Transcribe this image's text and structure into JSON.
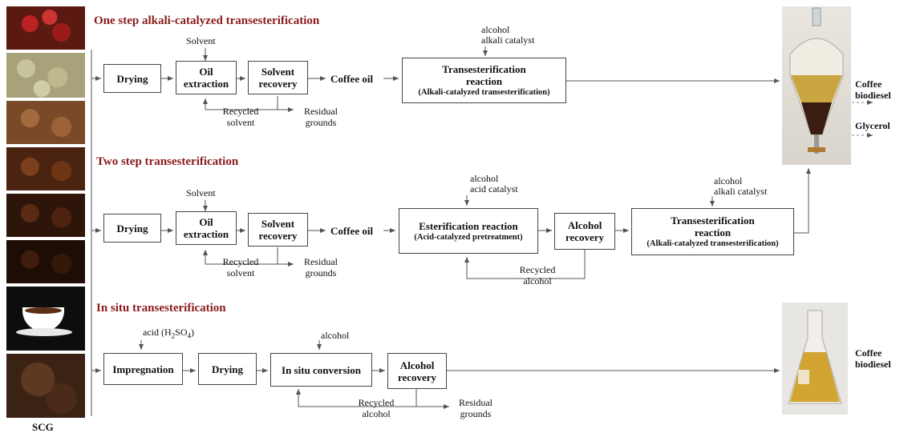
{
  "sections": {
    "one_step_title": "One step alkali-catalyzed transesterification",
    "two_step_title": "Two step transesterification",
    "in_situ_title": "In situ transesterification"
  },
  "row1": {
    "solvent": "Solvent",
    "drying": "Drying",
    "oil_extraction": "Oil extraction",
    "solvent_recovery": "Solvent recovery",
    "coffee_oil": "Coffee oil",
    "reagents_line1": "alcohol",
    "reagents_line2": "alkali catalyst",
    "trans_title": "Transesterification reaction",
    "trans_sub": "(Alkali-catalyzed transesterification)",
    "recycled_solvent": "Recycled solvent",
    "residual_grounds": "Residual grounds"
  },
  "row2": {
    "solvent": "Solvent",
    "drying": "Drying",
    "oil_extraction": "Oil extraction",
    "solvent_recovery": "Solvent recovery",
    "coffee_oil": "Coffee oil",
    "ester_reagents_line1": "alcohol",
    "ester_reagents_line2": "acid catalyst",
    "ester_title": "Esterification reaction",
    "ester_sub": "(Acid-catalyzed pretreatment)",
    "alcohol_recovery": "Alcohol recovery",
    "trans_reagents_line1": "alcohol",
    "trans_reagents_line2": "alkali catalyst",
    "trans_title": "Transesterification reaction",
    "trans_sub": "(Alkali-catalyzed transesterification)",
    "recycled_solvent": "Recycled solvent",
    "residual_grounds": "Residual grounds",
    "recycled_alcohol": "Recycled alcohol"
  },
  "row3": {
    "acid_prefix": "acid (H",
    "acid_sub1": "2",
    "acid_mid": "SO",
    "acid_sub2": "4",
    "acid_suffix": ")",
    "impregnation": "Impregnation",
    "drying": "Drying",
    "alcohol": "alcohol",
    "in_situ_conversion": "In situ conversion",
    "alcohol_recovery": "Alcohol recovery",
    "recycled_alcohol": "Recycled alcohol",
    "residual_grounds": "Residual grounds"
  },
  "outputs": {
    "coffee_biodiesel_top": "Coffee biodiesel",
    "glycerol": "Glycerol",
    "coffee_biodiesel_bottom": "Coffee biodiesel"
  },
  "scg_label": "SCG",
  "colors": {
    "section_title": "#8b1a1a",
    "box_border": "#444444",
    "biodiesel": "#c9a640",
    "glycerol": "#3a1c10"
  }
}
